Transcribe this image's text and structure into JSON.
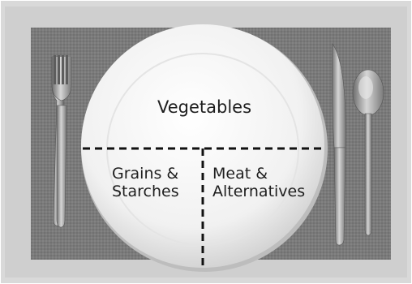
{
  "plate_sections": {
    "top": {
      "label": "Vegetables"
    },
    "bottom_left": {
      "lines": [
        "Grains &",
        "Starches"
      ]
    },
    "bottom_right": {
      "lines": [
        "Meat &",
        "Alternatives"
      ]
    }
  },
  "scene": {
    "objects": [
      "placemat",
      "plate",
      "fork",
      "knife",
      "spoon"
    ],
    "divider_style": "dashed"
  },
  "colors": {
    "table": "#dcdcdc",
    "placemat": "#7c7c7c",
    "plate": "#f2f2f2",
    "divider": "#111111",
    "cutlery": "#9a9a9a",
    "text": "#1e1e1e"
  }
}
